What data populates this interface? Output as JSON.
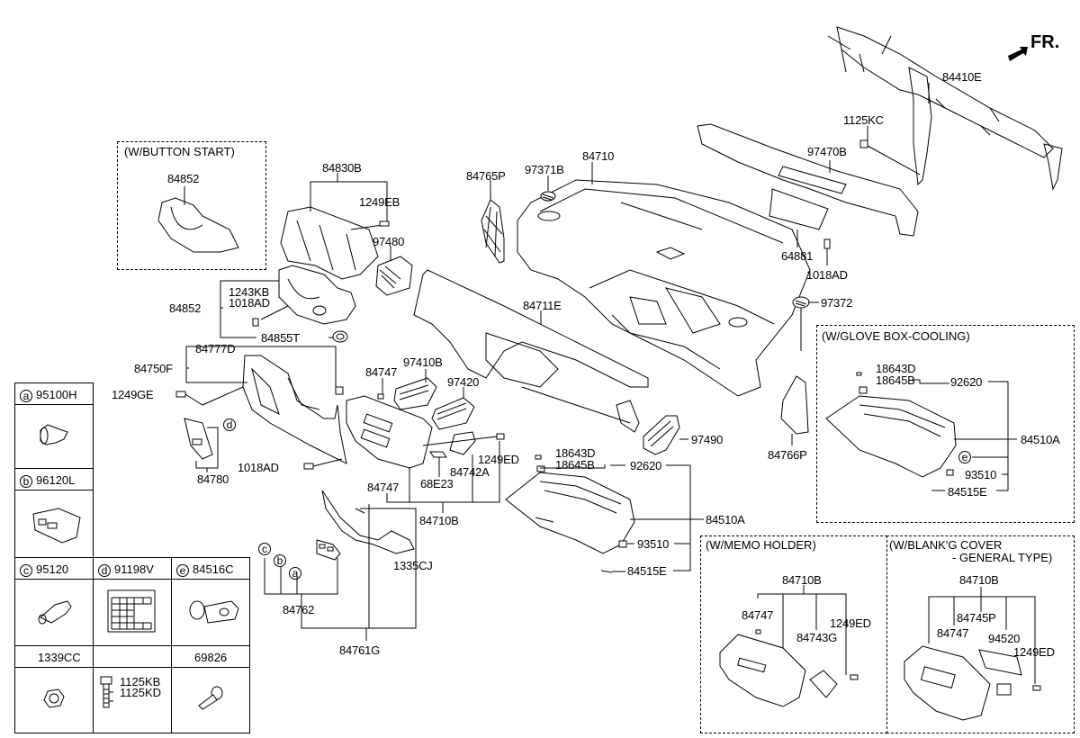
{
  "orientation": {
    "label": "FR.",
    "icon": "front-arrow-icon"
  },
  "labels": {
    "l84410E": "84410E",
    "l1125KC": "1125KC",
    "l97470B": "97470B",
    "l64881": "64881",
    "l1018AD_a": "1018AD",
    "l97372": "97372",
    "l84710": "84710",
    "l97371B": "97371B",
    "l84765P": "84765P",
    "l84830B": "84830B",
    "l1249EB": "1249EB",
    "l97480": "97480",
    "l84852": "84852",
    "l1243KB": "1243KB",
    "l1018AD_b": "1018AD",
    "l84855T": "84855T",
    "l84777D": "84777D",
    "l84750F": "84750F",
    "l1249GE": "1249GE",
    "l84780": "84780",
    "l1018AD_c": "1018AD",
    "l84747_a": "84747",
    "l97410B": "97410B",
    "l97420": "97420",
    "l1249ED_a": "1249ED",
    "l84742A": "84742A",
    "l84747_b": "84747",
    "l68E23": "68E23",
    "l84710B": "84710B",
    "l84711E": "84711E",
    "l97490": "97490",
    "l84766P": "84766P",
    "l18643D": "18643D",
    "l18645B": "18645B",
    "l92620": "92620",
    "l84510A": "84510A",
    "l93510": "93510",
    "l84515E": "84515E",
    "l1335CJ": "1335CJ",
    "l84762": "84762",
    "l84761G": "84761G",
    "callout_a": "a",
    "callout_b": "b",
    "callout_c": "c",
    "callout_d": "d"
  },
  "insets": {
    "button_start": {
      "title": "(W/BUTTON START)",
      "part": "84852"
    },
    "glove_box_cooling": {
      "title": "(W/GLOVE BOX-COOLING)",
      "parts": {
        "p18643D": "18643D",
        "p18645B": "18645B",
        "p92620": "92620",
        "p84510A": "84510A",
        "callout_e": "e",
        "p93510": "93510",
        "p84515E": "84515E"
      }
    },
    "memo_holder": {
      "title": "(W/MEMO HOLDER)",
      "parts": {
        "p84710B": "84710B",
        "p84747": "84747",
        "p84743G": "84743G",
        "p1249ED": "1249ED"
      }
    },
    "blanking_cover": {
      "title_line1": "(W/BLANK'G COVER",
      "title_line2": "- GENERAL TYPE)",
      "parts": {
        "p84710B": "84710B",
        "p84745P": "84745P",
        "p84747": "84747",
        "p94520": "94520",
        "p1249ED": "1249ED"
      }
    }
  },
  "legend": {
    "a": {
      "letter": "a",
      "part": "95100H"
    },
    "b": {
      "letter": "b",
      "part": "96120L"
    },
    "c": {
      "letter": "c",
      "part": "95120"
    },
    "d": {
      "letter": "d",
      "part": "91198V"
    },
    "e": {
      "letter": "e",
      "part": "84516C"
    },
    "hw1": {
      "part": "1339CC"
    },
    "hw2": {
      "part1": "1125KB",
      "part2": "1125KD"
    },
    "hw3": {
      "part": "69826"
    }
  }
}
